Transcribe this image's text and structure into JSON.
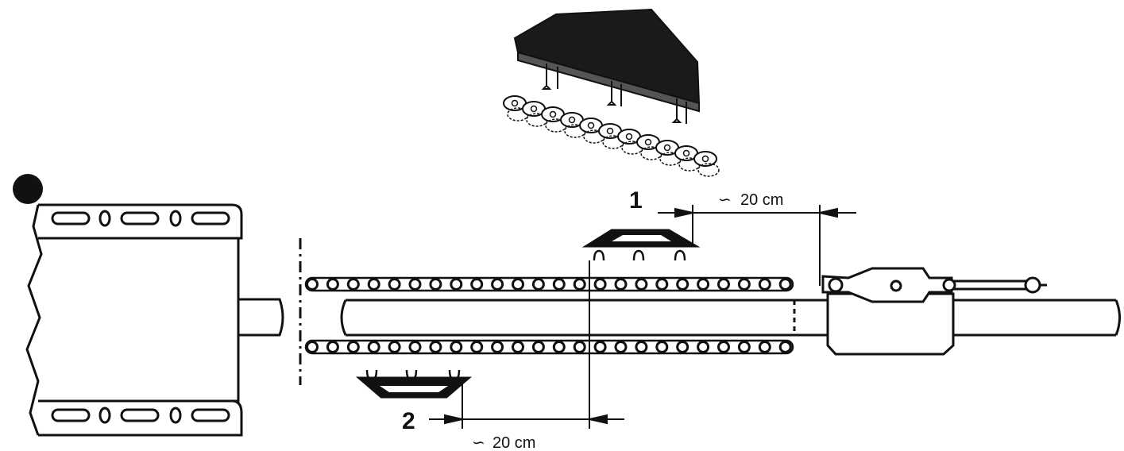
{
  "labels": {
    "part_1": "1",
    "part_2": "2",
    "dimension_top": "20 cm",
    "dimension_bottom": "20 cm",
    "approx_symbol": "∽"
  },
  "colors": {
    "ink": "#111111",
    "background": "#ffffff"
  }
}
